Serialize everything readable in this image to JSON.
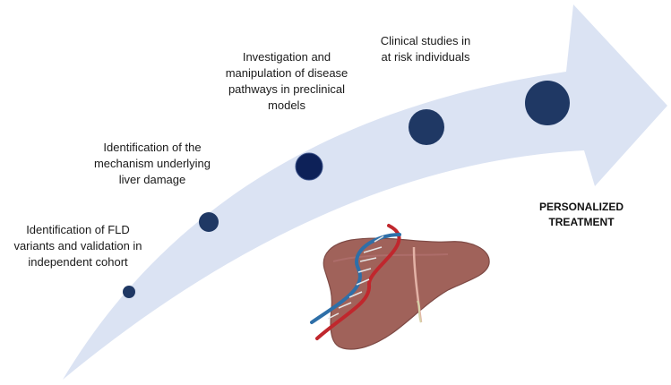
{
  "diagram": {
    "steps": [
      {
        "label": "Identification of FLD\nvariants and validation in\nindependent cohort"
      },
      {
        "label": "Identification of the\nmechanism underlying\nliver damage"
      },
      {
        "label": "Investigation and\nmanipulation of disease\npathways in preclinical\nmodels"
      },
      {
        "label": "Clinical studies in\nat risk individuals"
      }
    ],
    "outcome": "PERSONALIZED\nTREATMENT",
    "colors": {
      "arrow": "#dbe3f3",
      "dot": "#1f3864",
      "liver": "#a0625a",
      "dna_red": "#c0272d",
      "dna_blue": "#2e6fa8"
    },
    "icons": [
      "liver-icon",
      "dna-helix-icon"
    ]
  }
}
